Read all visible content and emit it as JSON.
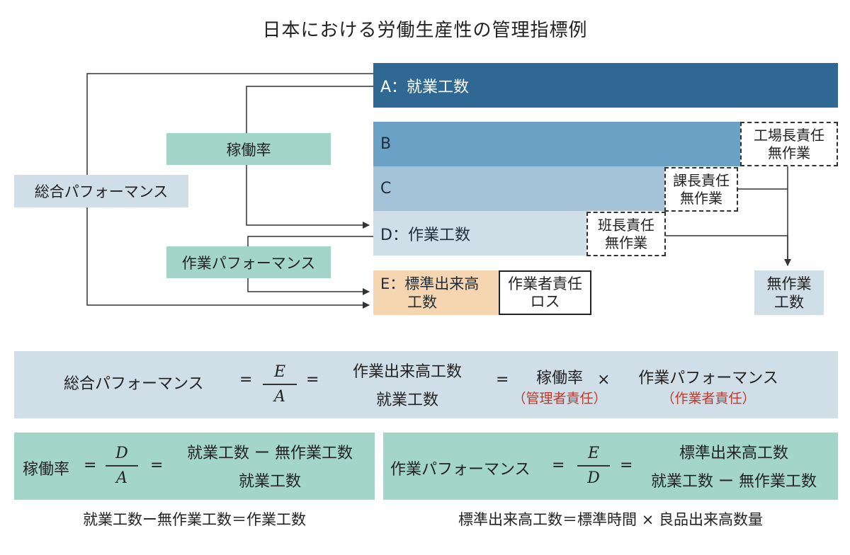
{
  "title": "日本における労働生産性の管理指標例",
  "bars": {
    "a": "A：就業工数",
    "b": "B",
    "c": "C",
    "d": "D：作業工数",
    "e_line1": "E：標準出来高",
    "e_line2": "工数"
  },
  "boxes": {
    "factory_line1": "工場長責任",
    "factory_line2": "無作業",
    "section_line1": "課長責任",
    "section_line2": "無作業",
    "team_line1": "班長責任",
    "team_line2": "無作業",
    "worker_line1": "作業者責任",
    "worker_line2": "ロス",
    "nowork_line1": "無作業",
    "nowork_line2": "工数"
  },
  "labels": {
    "operating_rate": "稼働率",
    "total_performance": "総合パフォーマンス",
    "work_performance": "作業パフォーマンス"
  },
  "formula_main": {
    "lhs": "総合パフォーマンス",
    "eq": "=",
    "num_letter": "E",
    "den_letter": "A",
    "num_text": "作業出来高工数",
    "den_text": "就業工数",
    "term1": "稼働率",
    "term1_note": "（管理者責任）",
    "times": "×",
    "term2": "作業パフォーマンス",
    "term2_note": "（作業者責任）"
  },
  "formula_left": {
    "lhs": "稼働率",
    "eq": "=",
    "num_letter": "D",
    "den_letter": "A",
    "num_text": "就業工数 ー 無作業工数",
    "den_text": "就業工数"
  },
  "formula_right": {
    "lhs": "作業パフォーマンス",
    "eq": "=",
    "num_letter": "E",
    "den_letter": "D",
    "num_text": "標準出来高工数",
    "den_text": "就業工数 ー 無作業工数"
  },
  "footnotes": {
    "left": "就業工数ー無作業工数＝作業工数",
    "right": "標準出来高工数＝標準時間 × 良品出来高数量"
  },
  "colors": {
    "bar_a": "#2e6893",
    "bar_b": "#6aa1c4",
    "bar_c": "#a4c3d8",
    "bar_d": "#d0dee8",
    "bar_e": "#f6d6b0",
    "teal": "#a3d6c9",
    "note_red": "#c0392b"
  }
}
